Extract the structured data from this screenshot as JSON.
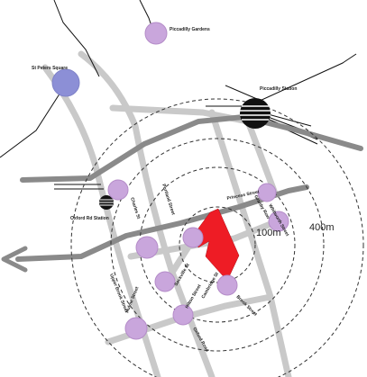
{
  "colors": {
    "background": "#ffffff",
    "minor_road": "#c9c9c9",
    "main_road": "#8a8a8a",
    "rail": "#111111",
    "node_fill": "#c9a6dc",
    "node_stroke": "#b48cc8",
    "major_node_fill": "#8c8fd6",
    "site_fill": "#ee1c25",
    "ring_stroke": "#333333"
  },
  "places": {
    "piccadilly_gardens": "Piccadilly Gardens",
    "st_peters_square": "St Peters Square",
    "piccadilly_station": "Piccadilly Station",
    "oxford_rd_station": "Oxford Rd Station"
  },
  "streets": {
    "portland_street": "Portland Street",
    "princess_street": "Princess Street",
    "granby_row": "Granby Row",
    "whitworth_street": "Whitworth Street",
    "hulme_street": "Hulme Street",
    "sackville_st": "Sackville St",
    "charles_st": "Charles St",
    "hilton_street": "Hilton Street",
    "oxford_road": "Oxford Road",
    "upper_brook_street": "Upper Brook Street",
    "cambridge_st": "Cambridge St",
    "brook_street": "Brook Street"
  },
  "rings": {
    "inner": "100m",
    "outer": "400m"
  },
  "icons": {
    "station": "station-icon",
    "node": "node-circle",
    "direction": "arrow-west-icon",
    "site": "site-polygon"
  }
}
